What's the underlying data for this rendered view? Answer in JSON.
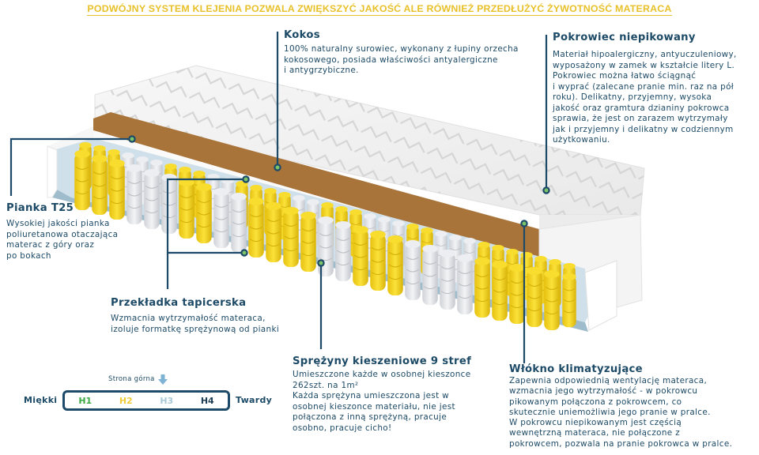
{
  "banner": "PODWÓJNY SYSTEM KLEJENIA POZWALA ZWIĘKSZYĆ JAKOŚĆ ALE RÓWNIEŻ PRZEDŁUŻYĆ ŻYWOTNOŚĆ MATERACA",
  "callouts": {
    "kokos": {
      "title": "Kokos",
      "text": "100% naturalny surowiec, wykonany z łupiny orzecha\nkokosowego, posiada właściwości antyalergiczne\ni antygrzybiczne."
    },
    "pokrowiec": {
      "title": "Pokrowiec niepikowany",
      "text": "Materiał hipoalergiczny, antyuczuleniowy,\nwyposażony w zamek w kształcie litery L.\nPokrowiec można łatwo ściągnąć\ni wyprać (zalecane pranie min. raz na pół\nroku). Delikatny, przyjemny, wysoka\njakość oraz gramtura dzianiny pokrowca\nsprawia, że jest on zarazem wytrzymały\njak i przyjemny i delikatny w codziennym\nużytkowaniu."
    },
    "pianka": {
      "title": "Pianka T25",
      "text": "Wysokiej jakości pianka\npoliuretanowa otaczająca\nmaterac z góry oraz\npo bokach"
    },
    "przekladka": {
      "title": "Przekładka tapicerska",
      "text": "Wzmacnia wytrzymałość materaca,\nizoluje formatkę sprężynową od pianki"
    },
    "sprezyny": {
      "title": "Sprężyny kieszeniowe 9 stref",
      "text": "Umieszczone każde w osobnej kieszonce\n262szt. na 1m²\nKażda sprężyna umieszczona jest w\nosobnej kieszonce materiału, nie jest\npołączona z inną sprężyną, pracuje\nosobno, pracuje cicho!"
    },
    "wlokno": {
      "title": "Włókno klimatyzujące",
      "text": "Zapewnia odpowiednią wentylację materaca,\nwzmacnia jego wytrzymałość - w pokrowcu\npikowanym połączona z pokrowcem, co\nskutecznie uniemożliwia jego pranie w pralce.\nW pokrowcu niepikowanym jest częścią\nwewnętrzną materaca, nie połączone z\npokrowcem, pozwala na pranie pokrowca w pralce."
    }
  },
  "firmness_scale": {
    "label_left": "Miękki",
    "label_right": "Twardy",
    "top_side_label": "Strona górna",
    "levels": [
      {
        "label": "H1",
        "color": "#3aa843"
      },
      {
        "label": "H2",
        "color": "#efcc3a"
      },
      {
        "label": "H3",
        "color": "#a9c9d6"
      },
      {
        "label": "H4",
        "color": "#1d3e55"
      }
    ],
    "selected_level": "H3"
  },
  "colors": {
    "accent_dark": "#1c4a68",
    "banner_yellow": "#e8c12a",
    "dot_green": "#7cc36a",
    "coconut_brown": "#a9743a",
    "spring_yellow": "#f2d21d",
    "spring_white": "#e6e8ec"
  }
}
